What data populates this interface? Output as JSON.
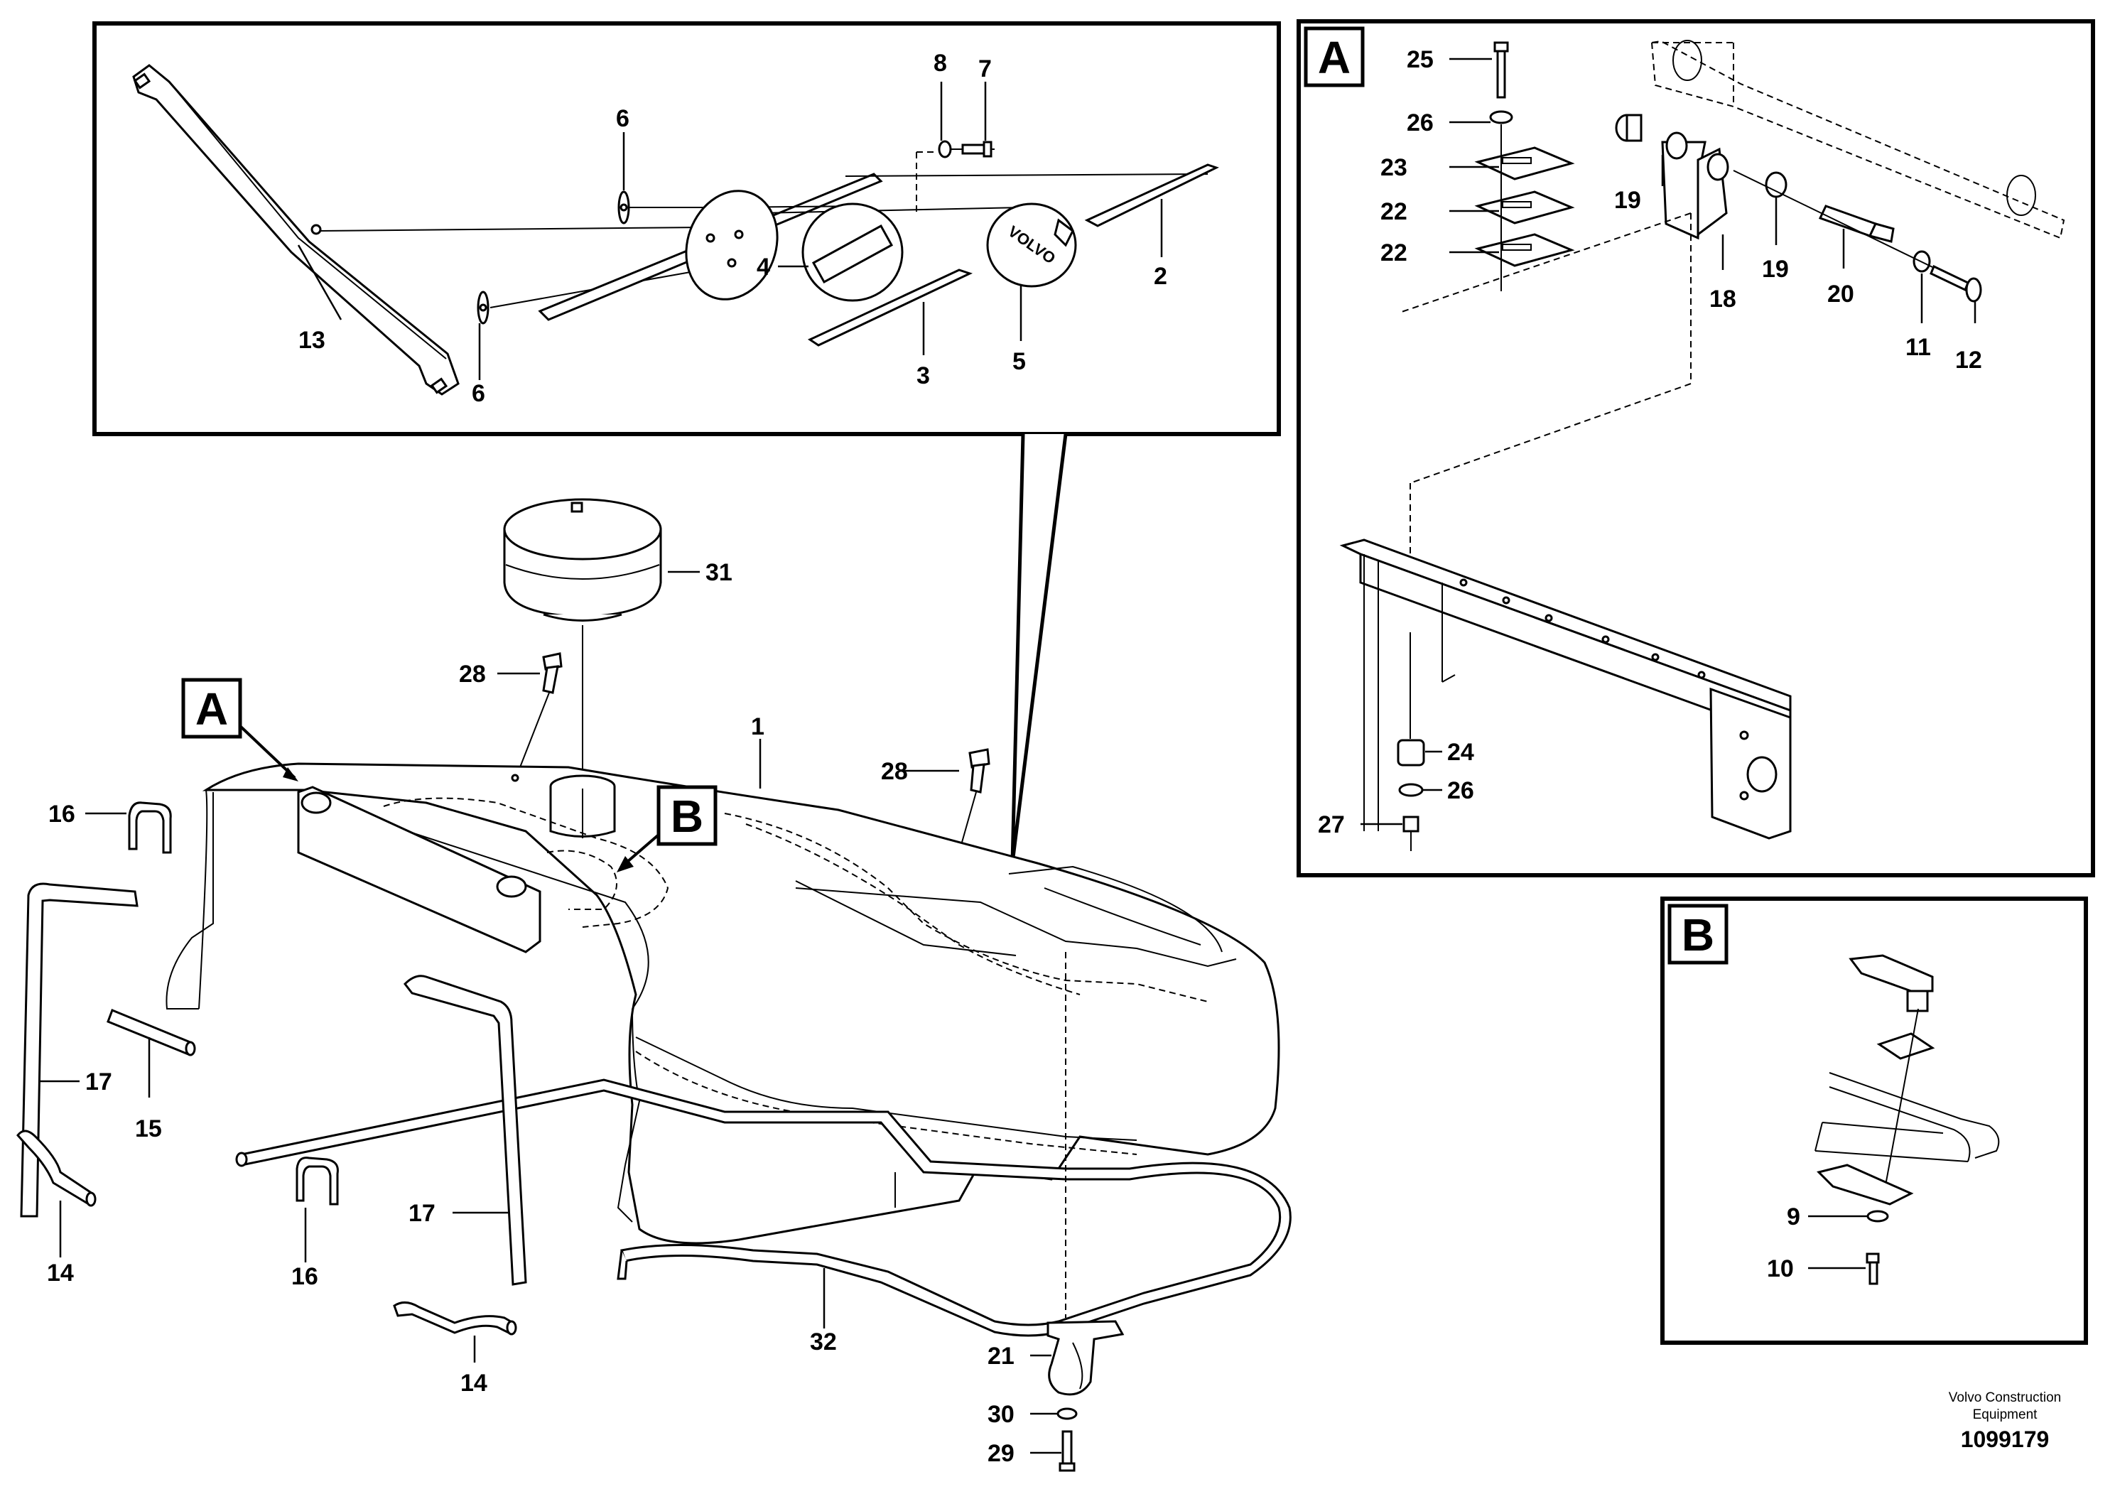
{
  "diagram": {
    "callouts": {
      "c1": "1",
      "c2": "2",
      "c3": "3",
      "c4": "4",
      "c5": "5",
      "c6a": "6",
      "c6b": "6",
      "c7": "7",
      "c8": "8",
      "c9": "9",
      "c10": "10",
      "c11": "11",
      "c12": "12",
      "c13": "13",
      "c14a": "14",
      "c14b": "14",
      "c15": "15",
      "c16a": "16",
      "c16b": "16",
      "c17a": "17",
      "c17b": "17",
      "c18": "18",
      "c19a": "19",
      "c19b": "19",
      "c20": "20",
      "c21": "21",
      "c22a": "22",
      "c22b": "22",
      "c23": "23",
      "c24": "24",
      "c25": "25",
      "c26a": "26",
      "c26b": "26",
      "c27": "27",
      "c28a": "28",
      "c28b": "28",
      "c29": "29",
      "c30": "30",
      "c31": "31",
      "c32": "32"
    },
    "view_labels": {
      "main_a": "A",
      "main_b": "B",
      "panel_a": "A",
      "panel_b": "B"
    },
    "emblem_text": "VOLVO",
    "footer": {
      "company_line1": "Volvo Construction",
      "company_line2": "Equipment",
      "drawing_number": "1099179"
    }
  }
}
